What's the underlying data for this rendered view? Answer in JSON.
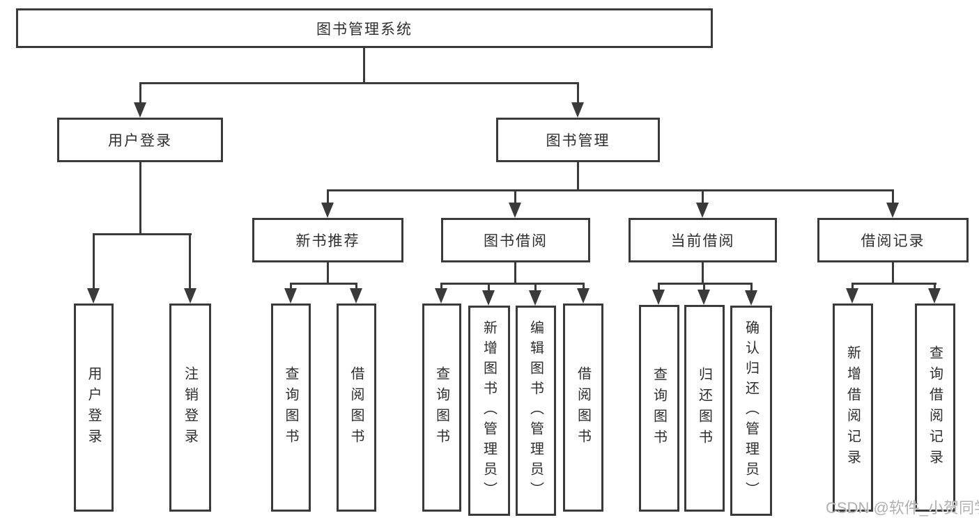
{
  "colors": {
    "line": "#3a3a3a",
    "text": "#2e2e2e",
    "box_background": "#ffffff",
    "watermark": "#a2a2a2"
  },
  "watermark": "CSDN @软件_小贺同学",
  "tree": {
    "root": "图书管理系统",
    "branches": [
      {
        "label": "用户登录",
        "children": [
          "用户登录",
          "注销登录"
        ]
      },
      {
        "label": "图书管理",
        "groups": [
          {
            "label": "新书推荐",
            "children": [
              "查询图书",
              "借阅图书"
            ]
          },
          {
            "label": "图书借阅",
            "children": [
              "查询图书",
              "新增图书（管理员）",
              "编辑图书（管理员）",
              "借阅图书"
            ]
          },
          {
            "label": "当前借阅",
            "children": [
              "查询图书",
              "归还图书",
              "确认归还（管理员）"
            ]
          },
          {
            "label": "借阅记录",
            "children": [
              "新增借阅记录",
              "查询借阅记录"
            ]
          }
        ]
      }
    ]
  }
}
